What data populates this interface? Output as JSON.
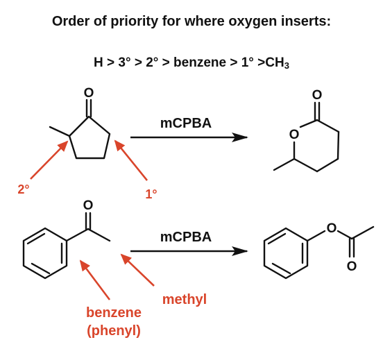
{
  "heading": "Order of priority for where oxygen inserts:",
  "priority": {
    "lead": "H > 3° > 2° > benzene > 1° >CH",
    "sub": "3"
  },
  "atom_oxygen": "O",
  "reactions": [
    {
      "reagent": "mCPBA",
      "labels": [
        "2°",
        "1°"
      ]
    },
    {
      "reagent": "mCPBA",
      "labels": [
        "methyl",
        "benzene",
        "(phenyl)"
      ]
    }
  ],
  "colors": {
    "ink": "#111111",
    "accent": "#d9452b"
  }
}
